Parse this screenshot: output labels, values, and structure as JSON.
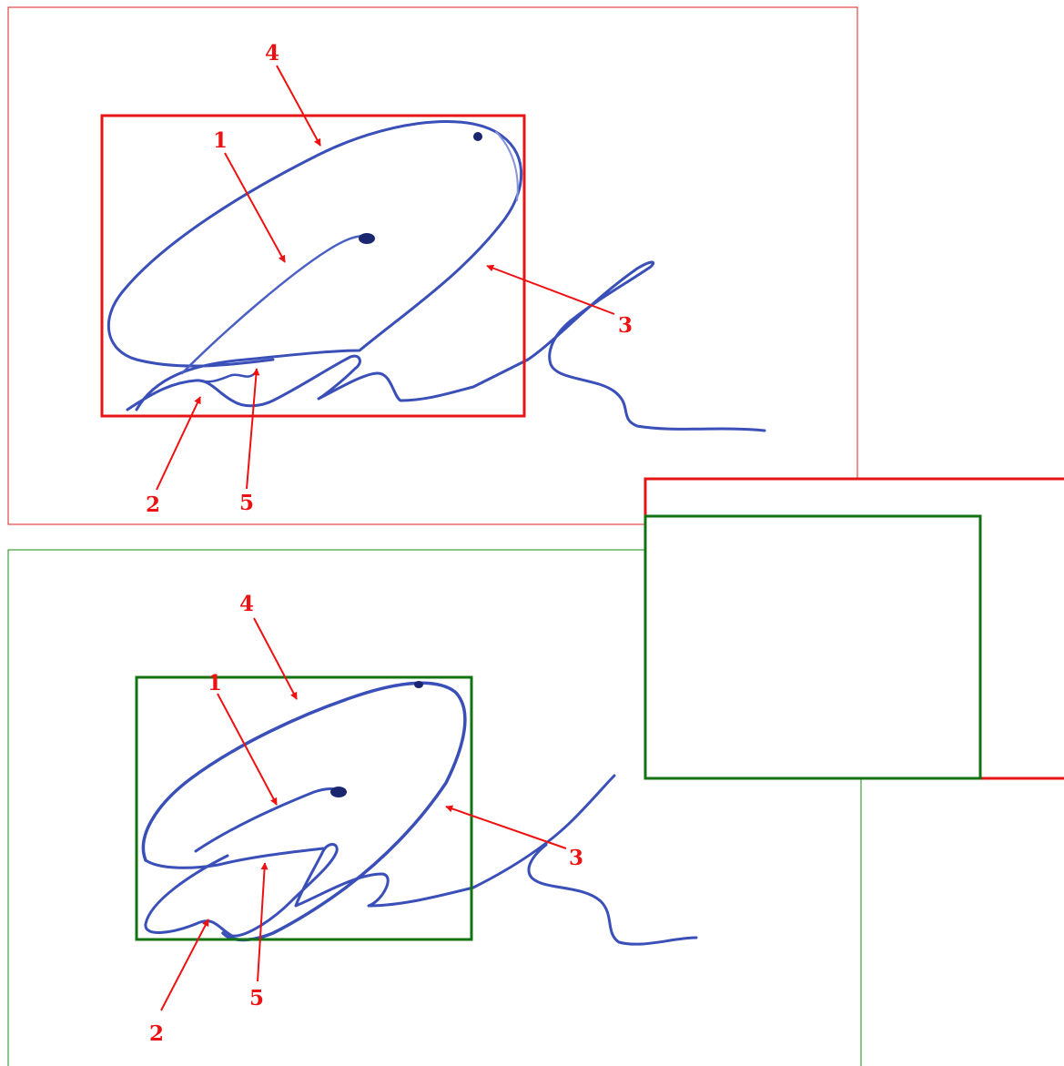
{
  "colors": {
    "ink": "#3a4fb8",
    "ink_light": "#8593d9",
    "ink_dark": "#1a2670",
    "annotation": "#ee1111",
    "panel_top": "#e02020",
    "panel_bottom": "#1a8a1a",
    "bbox_red": "#e61414",
    "bbox_green": "#137313",
    "background": "#ffffff"
  },
  "panels": [
    {
      "name": "top",
      "frame_color": "red",
      "labels": [
        "1",
        "2",
        "3",
        "4",
        "5"
      ]
    },
    {
      "name": "bottom",
      "frame_color": "green",
      "labels": [
        "1",
        "2",
        "3",
        "4",
        "5"
      ]
    }
  ],
  "inset": {
    "outer_color": "red",
    "inner_color": "green"
  }
}
